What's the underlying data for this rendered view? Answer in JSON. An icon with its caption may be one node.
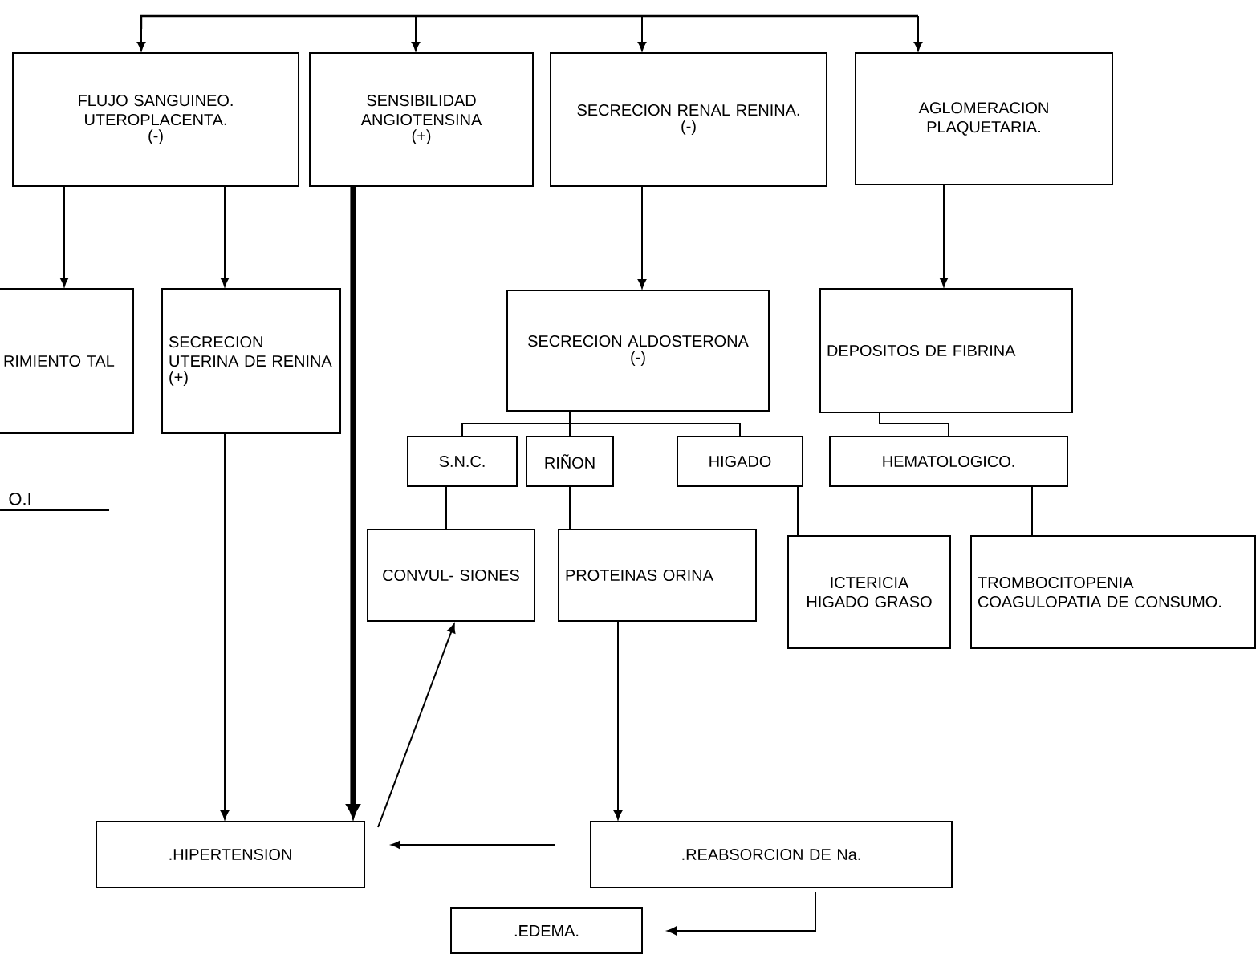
{
  "diagram": {
    "nodes": [
      {
        "text": [
          "FLUJO SANGUINEO. UTEROPLACENTA.",
          "(-)"
        ]
      },
      {
        "text": [
          "SENSIBILIDAD ANGIOTENSINA",
          "(+)"
        ]
      },
      {
        "text": [
          "SECRECION RENAL RENINA.",
          "(-)"
        ]
      },
      {
        "text": [
          "AGLOMERACION PLAQUETARIA."
        ]
      },
      {
        "text": [
          "RIMIENTO TAL"
        ]
      },
      {
        "text": [
          "SECRECION UTERINA DE RENINA",
          "(+)"
        ]
      },
      {
        "text": [
          "SECRECION ALDOSTERONA",
          "(-)"
        ]
      },
      {
        "text": [
          "DEPOSITOS DE FIBRINA"
        ]
      },
      {
        "text": [
          "S.N.C."
        ]
      },
      {
        "text": [
          "RIÑON"
        ]
      },
      {
        "text": [
          "HIGADO"
        ]
      },
      {
        "text": [
          "HEMATOLOGICO."
        ]
      },
      {
        "text": [
          "CONVUL- SIONES"
        ]
      },
      {
        "text": [
          "PROTEINAS ORINA"
        ]
      },
      {
        "text": [
          "ICTERICIA HIGADO GRASO"
        ]
      },
      {
        "text": [
          "TROMBOCITOPENIA COAGULOPATIA DE CONSUMO."
        ]
      },
      {
        "text": [
          ".HIPERTENSION"
        ]
      },
      {
        "text": [
          ".REABSORCION DE Na."
        ]
      },
      {
        "text": [
          ".EDEMA."
        ]
      }
    ],
    "edges": [
      {
        "from": null,
        "to": 0,
        "arrow": "to"
      },
      {
        "from": null,
        "to": 1,
        "arrow": "to"
      },
      {
        "from": null,
        "to": 2,
        "arrow": "to"
      },
      {
        "from": null,
        "to": 3,
        "arrow": "to"
      },
      {
        "from": 0,
        "to": 4,
        "arrow": "to"
      },
      {
        "from": 0,
        "to": 5,
        "arrow": "to"
      },
      {
        "from": 2,
        "to": 6,
        "arrow": "to"
      },
      {
        "from": 3,
        "to": 7,
        "arrow": "to"
      },
      {
        "from": 6,
        "to": 8,
        "arrow": "none"
      },
      {
        "from": 6,
        "to": 9,
        "arrow": "none"
      },
      {
        "from": 6,
        "to": 10,
        "arrow": "none"
      },
      {
        "from": 7,
        "to": 11,
        "arrow": "none"
      },
      {
        "from": 8,
        "to": 12,
        "arrow": "none"
      },
      {
        "from": 9,
        "to": 13,
        "arrow": "none"
      },
      {
        "from": 10,
        "to": 14,
        "arrow": "none"
      },
      {
        "from": 11,
        "to": 15,
        "arrow": "none"
      },
      {
        "from": 5,
        "to": 16,
        "arrow": "to"
      },
      {
        "from": 1,
        "to": 16,
        "arrow": "to",
        "style": "thick"
      },
      {
        "from": 16,
        "to": 12,
        "arrow": "to"
      },
      {
        "from": 13,
        "to": 17,
        "arrow": "to"
      },
      {
        "from": 17,
        "to": 16,
        "arrow": "to"
      },
      {
        "from": 17,
        "to": 18,
        "arrow": "to"
      }
    ],
    "labels": [
      "O.I"
    ]
  }
}
